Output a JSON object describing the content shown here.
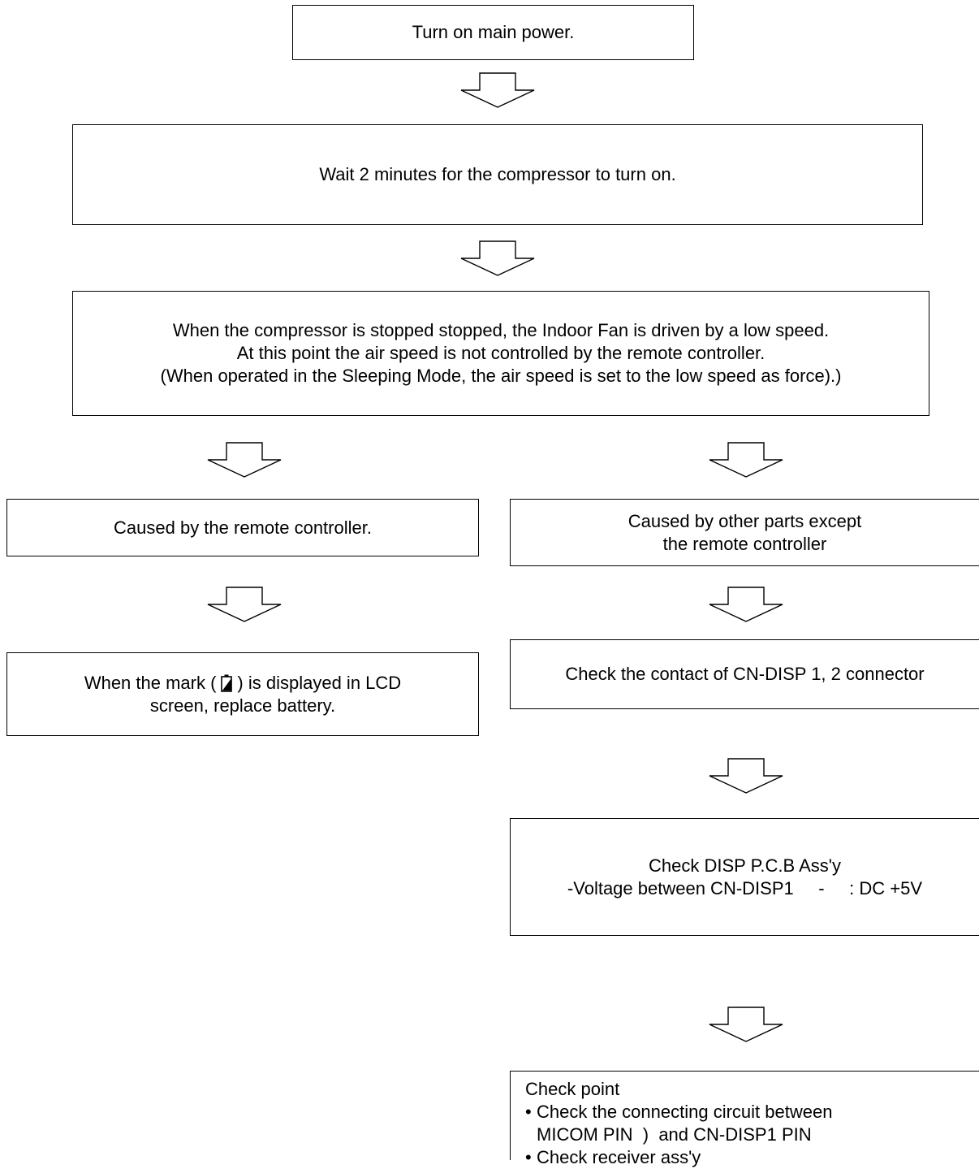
{
  "flowchart": {
    "step1": {
      "text": "Turn on main power."
    },
    "step2": {
      "text": "Wait 2 minutes for the compressor to turn on."
    },
    "step3": {
      "lines": [
        "When the compressor is stopped stopped, the Indoor Fan is driven by a low speed.",
        "At this point the air speed is not controlled by the remote controller.",
        "(When operated in the Sleeping Mode, the air speed is set to the low speed as force).)"
      ]
    },
    "left": {
      "cause": "Caused by the remote controller.",
      "action_prefix": "When the mark (",
      "action_suffix": ") is displayed in LCD",
      "action_line2": "screen, replace battery.",
      "battery_icon": "battery-icon"
    },
    "right": {
      "cause_lines": [
        "Caused by other parts except",
        "the remote controller"
      ],
      "contact": "Check the contact of CN-DISP 1, 2 connector",
      "disp_lines": [
        "Check DISP P.C.B Ass'y",
        "-Voltage between CN-DISP1     -     : DC +5V"
      ],
      "checkpoint": {
        "title": "Check point",
        "bullet": "•",
        "item1_line1": "Check the connecting circuit between",
        "item1_line2": "MICOM PIN  )  and CN-DISP1 PIN",
        "item2": "Check receiver ass'y"
      }
    },
    "arrow_icon": "down-arrow-icon"
  }
}
